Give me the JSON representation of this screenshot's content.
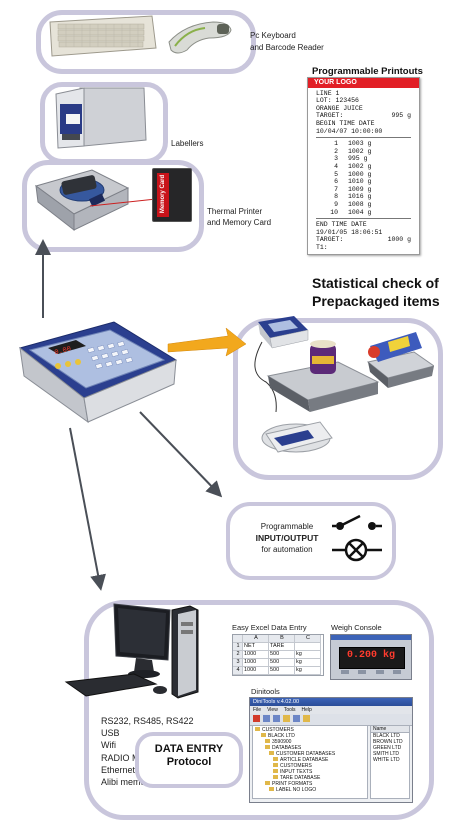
{
  "labels": {
    "keyboard_reader": [
      "Pc Keyboard",
      "and Barcode Reader"
    ],
    "labellers": "Labellers",
    "printer_card": [
      "Thermal Printer",
      "and Memory Card"
    ],
    "programmable_printouts": "Programmable Printouts",
    "statistical_check": [
      "Statistical check of",
      "Prepackaged items"
    ],
    "io": [
      "Programmable",
      "INPUT/OUTPUT",
      "for automation"
    ],
    "easy_excel": "Easy Excel Data Entry",
    "weigh_console": "Weigh Console",
    "dinitools": "Dinitools",
    "protocols": [
      "RS232, RS485, RS422",
      "USB",
      "Wifi",
      "RADIO Modem",
      "Ethernet",
      "Alibi memory"
    ],
    "data_entry": [
      "DATA ENTRY",
      "Protocol"
    ],
    "memory_card": "Memory Card"
  },
  "printout": {
    "logo": "YOUR LOGO",
    "line": "LINE 1",
    "lot": "LOT: 123456",
    "product": "ORANGE JUICE",
    "target_label": "TARGET:",
    "target_value": "995 g",
    "begin": "BEGIN TIME DATE",
    "begin_time": "10/04/07 10:00:00",
    "rows": [
      [
        "1",
        "1003 g"
      ],
      [
        "2",
        "1002 g"
      ],
      [
        "3",
        "995 g"
      ],
      [
        "4",
        "1002 g"
      ],
      [
        "5",
        "1000 g"
      ],
      [
        "6",
        "1010 g"
      ],
      [
        "7",
        "1009 g"
      ],
      [
        "8",
        "1016 g"
      ],
      [
        "9",
        "1008 g"
      ],
      [
        "10",
        "1004 g"
      ]
    ],
    "end": "END TIME DATE",
    "end_time": "19/01/05 18:06:51",
    "total_label": "TARGET:",
    "total_value": "1000 g",
    "t1": "T1:"
  },
  "indicator_display": "0.00",
  "weigh_console_display": "0.200 kg",
  "excel": {
    "cols": [
      "",
      "A",
      "B",
      "C"
    ],
    "rows": [
      [
        "1",
        "NET",
        "TARE",
        ""
      ],
      [
        "2",
        "1000",
        "500",
        "kg"
      ],
      [
        "3",
        "1000",
        "500",
        "kg"
      ],
      [
        "4",
        "1000",
        "500",
        "kg"
      ]
    ]
  },
  "dinitools": {
    "title": "DiniTools v.4.02.00",
    "menu": [
      "File",
      "View",
      "Tools",
      "Help"
    ],
    "tree": [
      "CUSTOMERS",
      "BLACK LTD",
      "3590900",
      "DATABASES",
      "CUSTOMER DATABASES",
      "ARTICLE DATABASE",
      "CUSTOMERS",
      "INPUT TEXTS",
      "TARE DATABASE",
      "PRINT FORMATS",
      "LABEL NO LOGO"
    ],
    "list_header": "Name",
    "list": [
      "BLACK LTD",
      "BROWN LTD",
      "GREEN LTD",
      "SMITH LTD",
      "WHITE LTD"
    ]
  }
}
